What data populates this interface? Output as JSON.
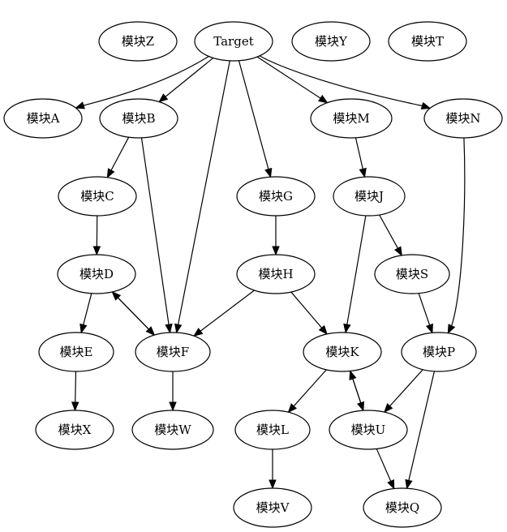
{
  "diagram": {
    "type": "directed-graph",
    "nodes": [
      {
        "id": "Z",
        "label": "模块Z"
      },
      {
        "id": "Target",
        "label": "Target"
      },
      {
        "id": "Y",
        "label": "模块Y"
      },
      {
        "id": "T",
        "label": "模块T"
      },
      {
        "id": "A",
        "label": "模块A"
      },
      {
        "id": "B",
        "label": "模块B"
      },
      {
        "id": "M",
        "label": "模块M"
      },
      {
        "id": "N",
        "label": "模块N"
      },
      {
        "id": "C",
        "label": "模块C"
      },
      {
        "id": "G",
        "label": "模块G"
      },
      {
        "id": "J",
        "label": "模块J"
      },
      {
        "id": "D",
        "label": "模块D"
      },
      {
        "id": "H",
        "label": "模块H"
      },
      {
        "id": "S",
        "label": "模块S"
      },
      {
        "id": "E",
        "label": "模块E"
      },
      {
        "id": "F",
        "label": "模块F"
      },
      {
        "id": "K",
        "label": "模块K"
      },
      {
        "id": "P",
        "label": "模块P"
      },
      {
        "id": "X",
        "label": "模块X"
      },
      {
        "id": "W",
        "label": "模块W"
      },
      {
        "id": "L",
        "label": "模块L"
      },
      {
        "id": "U",
        "label": "模块U"
      },
      {
        "id": "V",
        "label": "模块V"
      },
      {
        "id": "Q",
        "label": "模块Q"
      }
    ],
    "edges": [
      {
        "from": "Target",
        "to": "A"
      },
      {
        "from": "Target",
        "to": "B"
      },
      {
        "from": "Target",
        "to": "F"
      },
      {
        "from": "Target",
        "to": "G"
      },
      {
        "from": "Target",
        "to": "M"
      },
      {
        "from": "Target",
        "to": "N"
      },
      {
        "from": "B",
        "to": "C"
      },
      {
        "from": "B",
        "to": "F"
      },
      {
        "from": "C",
        "to": "D"
      },
      {
        "from": "D",
        "to": "E"
      },
      {
        "from": "D",
        "to": "F"
      },
      {
        "from": "F",
        "to": "D"
      },
      {
        "from": "E",
        "to": "X"
      },
      {
        "from": "F",
        "to": "W"
      },
      {
        "from": "G",
        "to": "H"
      },
      {
        "from": "H",
        "to": "F"
      },
      {
        "from": "H",
        "to": "K"
      },
      {
        "from": "M",
        "to": "J"
      },
      {
        "from": "J",
        "to": "K"
      },
      {
        "from": "J",
        "to": "S"
      },
      {
        "from": "S",
        "to": "P"
      },
      {
        "from": "N",
        "to": "P"
      },
      {
        "from": "K",
        "to": "L"
      },
      {
        "from": "K",
        "to": "U"
      },
      {
        "from": "U",
        "to": "K"
      },
      {
        "from": "P",
        "to": "U"
      },
      {
        "from": "P",
        "to": "Q"
      },
      {
        "from": "U",
        "to": "Q"
      },
      {
        "from": "L",
        "to": "V"
      }
    ]
  }
}
